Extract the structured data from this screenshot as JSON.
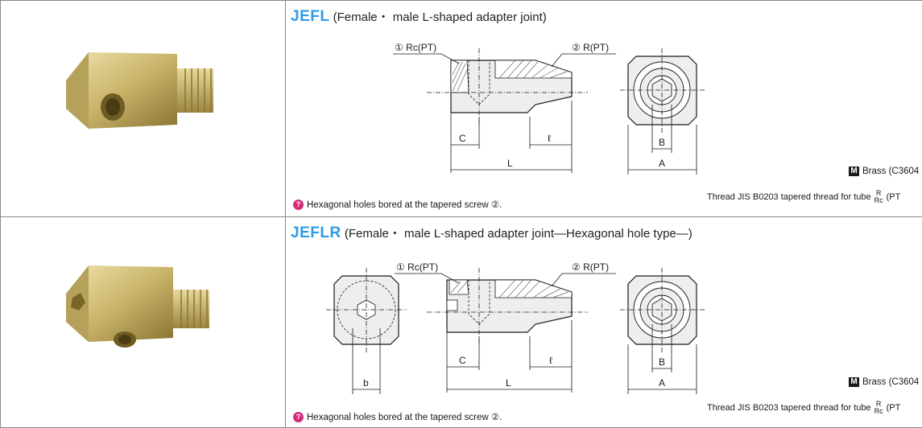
{
  "products": [
    {
      "code": "JEFL",
      "description": "(Female・ male L-shaped adapter joint)",
      "labels": {
        "port1": "① Rc(PT)",
        "port2": "② R(PT)",
        "C": "C",
        "l": "ℓ",
        "L": "L",
        "B": "B",
        "A": "A"
      },
      "material_icon": "M",
      "material": "Brass (C3604",
      "note_icon": "hint-icon",
      "note": "Hexagonal holes bored at the tapered screw ②.",
      "thread_label": "Thread  JIS B0203  tapered thread for tube",
      "thread_top": "R",
      "thread_bottom": "Rc",
      "thread_suffix": "(PT"
    },
    {
      "code": "JEFLR",
      "description": "(Female・ male L-shaped adapter joint—Hexagonal hole type—)",
      "labels": {
        "port1": "① Rc(PT)",
        "port2": "② R(PT)",
        "C": "C",
        "l": "ℓ",
        "L": "L",
        "B": "B",
        "A": "A",
        "b": "b"
      },
      "material_icon": "M",
      "material": "Brass (C3604",
      "note_icon": "hint-icon",
      "note": "Hexagonal holes bored at the tapered screw ②.",
      "thread_label": "Thread  JIS B0203  tapered thread for tube",
      "thread_top": "R",
      "thread_bottom": "Rc",
      "thread_suffix": "(PT"
    }
  ],
  "colors": {
    "code": "#2e9be6",
    "brass": "#c9b46a",
    "border": "#888888",
    "hint": "#d62a7a"
  }
}
